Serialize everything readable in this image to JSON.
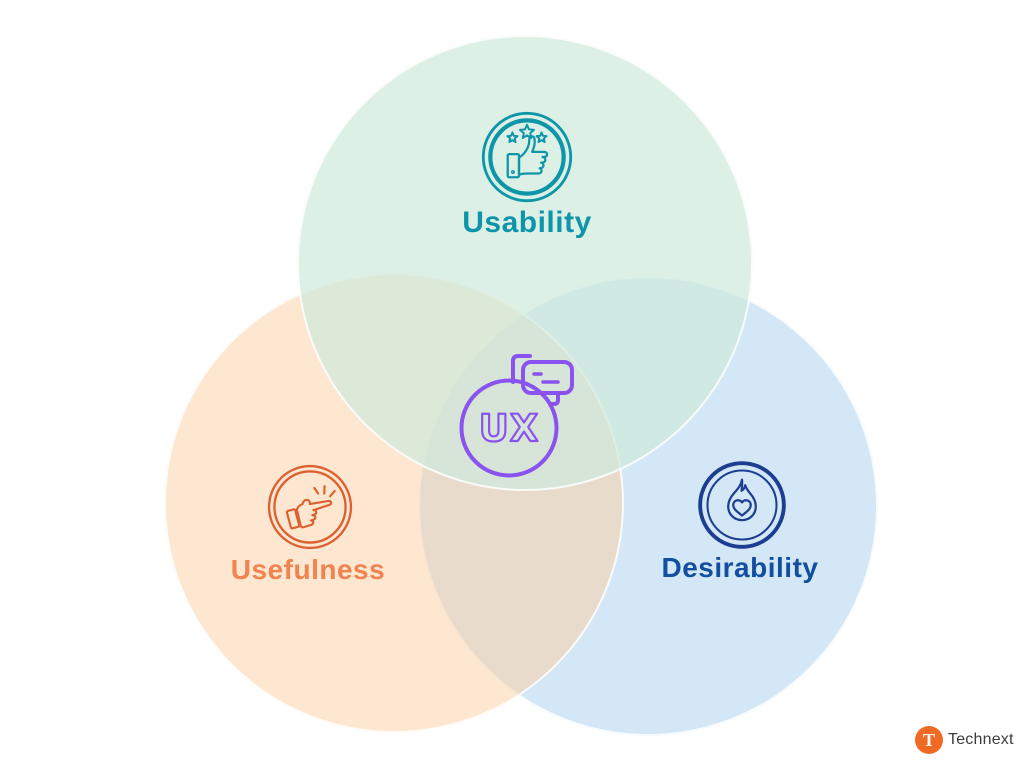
{
  "diagram": {
    "type": "venn",
    "topic": "UX",
    "circles": [
      {
        "id": "usability",
        "label": "Usability",
        "fill_rgba": "rgba(207,234,219,0.7)",
        "fill_hex_on_white": "#ddefe4",
        "label_color": "#0e95a9",
        "icon": "thumbs-up-stars-icon",
        "icon_color": "#0e96a8"
      },
      {
        "id": "usefulness",
        "label": "Usefulness",
        "fill_rgba": "rgba(251,207,161,0.5)",
        "fill_hex_on_white": "#fce7d0",
        "label_color": "#f0834f",
        "icon": "finger-snap-icon",
        "icon_color": "#dd6130"
      },
      {
        "id": "desirability",
        "label": "Desirability",
        "fill_rgba": "rgba(173,209,238,0.52)",
        "fill_hex_on_white": "#d6e8f6",
        "label_color": "#124fa0",
        "icon": "flame-heart-icon",
        "icon_color": "#1b3e91"
      }
    ],
    "center": {
      "label": "UX",
      "icon": "ux-chat-bubble-icon",
      "icon_color": "#8a53f0"
    }
  },
  "brand": {
    "name": "Technext",
    "logo_letter": "T",
    "logo_bg_color": "#f06a24",
    "logo_letter_color": "#ffffff",
    "name_color": "#3c3c3c"
  }
}
